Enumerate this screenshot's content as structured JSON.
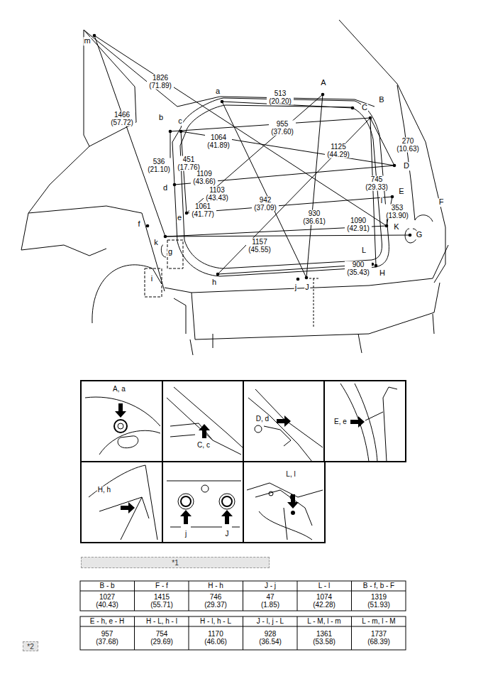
{
  "diagram": {
    "nodes": [
      {
        "text": [
          "*1"
        ]
      },
      {
        "text": [
          "*2"
        ]
      }
    ],
    "labels": [
      "m",
      "1826 (71.89)",
      "a",
      "513 (20.20)",
      "A",
      "B",
      "C",
      "b",
      "955 (37.60)",
      "1466 (57.72)",
      "c",
      "1064 (41.89)",
      "270 (10.63)",
      "536 (21.10)",
      "451 (17.76)",
      "1125 (44.29)",
      "D",
      "d",
      "1109 (43.66)",
      "1103 (43.43)",
      "942 (37.09)",
      "745 (29.33)",
      "E",
      "F",
      "f",
      "e",
      "1061 (41.77)",
      "930 (36.61)",
      "353 (13.90)",
      "l",
      "k",
      "1090 (42.91)",
      "K",
      "G",
      "g",
      "1157 (45.55)",
      "L",
      "900 (35.43)",
      "h",
      "H",
      "i",
      "j",
      "J",
      "A, a",
      "C, c",
      "D, d",
      "E, e",
      "H, h",
      "j",
      "J",
      "L, l",
      "B - b",
      "F - f",
      "H - h",
      "J - j",
      "L - l",
      "B - f, b - F",
      "1027 (40.43)",
      "1415 (55.71)",
      "746 (29.37)",
      "47 (1.85)",
      "1074 (42.28)",
      "1319 (51.93)",
      "E - h, e - H",
      "H - L, h - l",
      "H - l, h - L",
      "J - l, j - L",
      "L - M, l - m",
      "L - m, l - M",
      "957 (37.68)",
      "754 (29.69)",
      "1170 (46.06)",
      "928 (36.54)",
      "1361 (53.58)",
      "1737 (68.39)"
    ]
  }
}
